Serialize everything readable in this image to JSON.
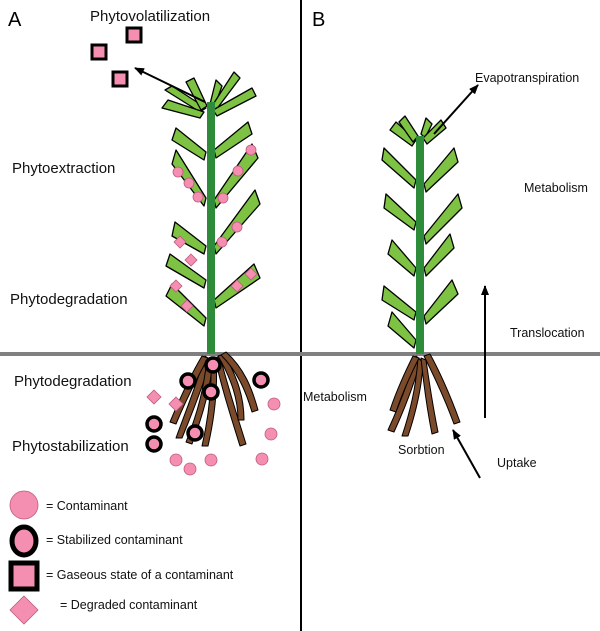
{
  "panels": {
    "a": {
      "letter": "A",
      "labels": {
        "phytovolatilization": "Phytovolatilization",
        "phytoextraction": "Phytoextraction",
        "phytodegradation_upper": "Phytodegradation",
        "phytodegradation_lower": "Phytodegradation",
        "phytostabilization": "Phytostabilization"
      },
      "legend": [
        {
          "symbol": "contaminant-circle",
          "text": "= Contaminant"
        },
        {
          "symbol": "stabilized-ring",
          "text": "= Stabilized contaminant"
        },
        {
          "symbol": "gaseous-square",
          "text": "= Gaseous state of a contaminant"
        },
        {
          "symbol": "degraded-diamond",
          "text": "= Degraded contaminant"
        }
      ]
    },
    "b": {
      "letter": "B",
      "labels": {
        "evapotranspiration": "Evapotranspiration",
        "metabolism_upper": "Metabolism",
        "translocation": "Translocation",
        "metabolism_lower": "Metabolism",
        "sorbtion": "Sorbtion",
        "uptake": "Uptake"
      }
    }
  },
  "colors": {
    "leaf": "#7dc242",
    "stem": "#2e8b3a",
    "root": "#7a4a2a",
    "contaminant": "#f48fb1",
    "ground_line": "#808080",
    "outline": "#000000"
  }
}
